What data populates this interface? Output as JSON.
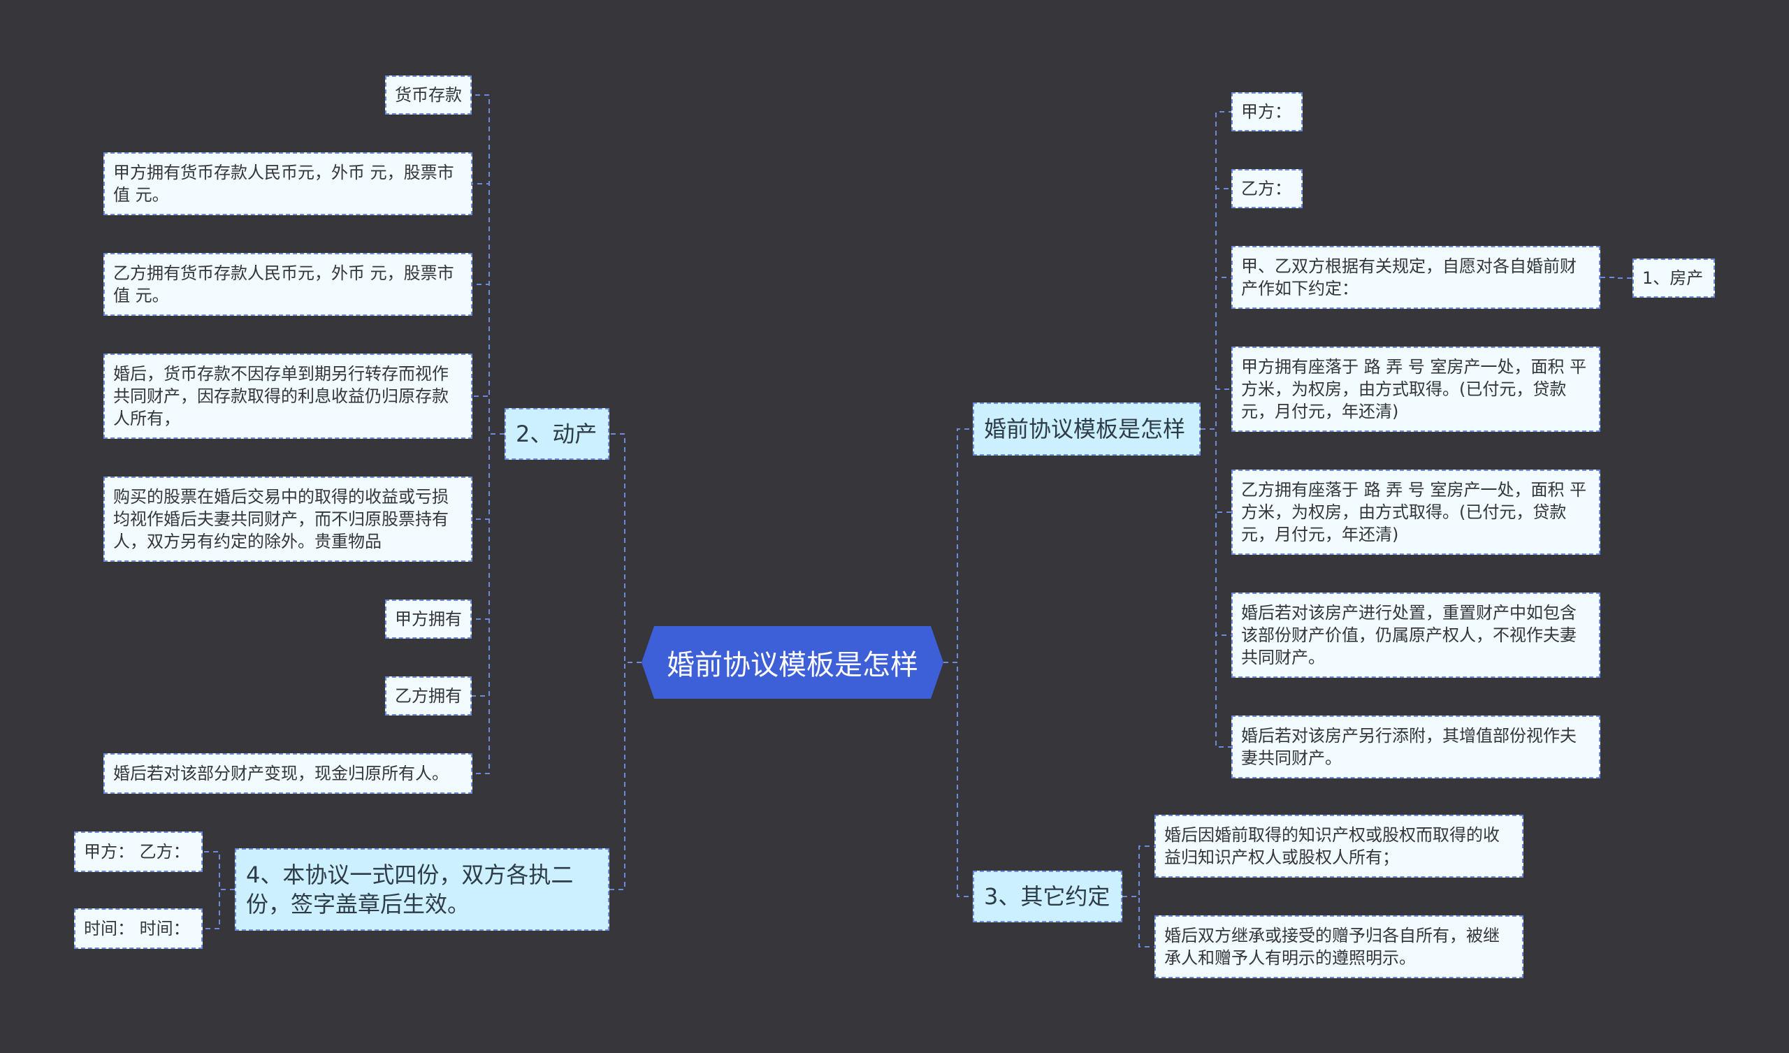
{
  "root": {
    "label": "婚前协议模板是怎样"
  },
  "branches": {
    "movables": {
      "label": "2、动产"
    },
    "template": {
      "label": "婚前协议模板是怎样"
    },
    "other": {
      "label": "3、其它约定"
    },
    "copies": {
      "label": "4、本协议一式四份，双方各执二份，签字盖章后生效。"
    }
  },
  "movables_items": [
    "货币存款",
    "甲方拥有货币存款人民币元，外币 元，股票市值 元。",
    "乙方拥有货币存款人民币元，外币 元，股票市值 元。",
    "婚后，货币存款不因存单到期另行转存而视作共同财产，因存款取得的利息收益仍归原存款人所有，",
    "购买的股票在婚后交易中的取得的收益或亏损均视作婚后夫妻共同财产，而不归原股票持有人，双方另有约定的除外。贵重物品",
    "甲方拥有",
    "乙方拥有",
    "婚后若对该部分财产变现，现金归原所有人。"
  ],
  "copies_items": [
    "甲方： 乙方：",
    "时间： 时间："
  ],
  "template_items": [
    "甲方：",
    "乙方：",
    "甲、乙双方根据有关规定，自愿对各自婚前财产作如下约定：",
    "甲方拥有座落于 路 弄 号 室房产一处，面积 平方米，为权房，由方式取得。(已付元，贷款元，月付元，年还清)",
    "乙方拥有座落于 路 弄 号 室房产一处，面积 平方米，为权房，由方式取得。(已付元，贷款元，月付元，年还清)",
    "婚后若对该房产进行处置，重置财产中如包含该部份财产价值，仍属原产权人，不视作夫妻共同财产。",
    "婚后若对该房产另行添附，其增值部份视作夫妻共同财产。"
  ],
  "house": {
    "label": "1、房产"
  },
  "other_items": [
    "婚后因婚前取得的知识产权或股权而取得的收益归知识产权人或股权人所有；",
    "婚后双方继承或接受的赠予归各自所有，被继承人和赠予人有明示的遵照明示。"
  ],
  "colors": {
    "background": "#37363a",
    "root": "#3d5fd8",
    "branch": "#ccf0ff",
    "leaf": "#f2fbff",
    "connector": "#6d8bdc"
  }
}
